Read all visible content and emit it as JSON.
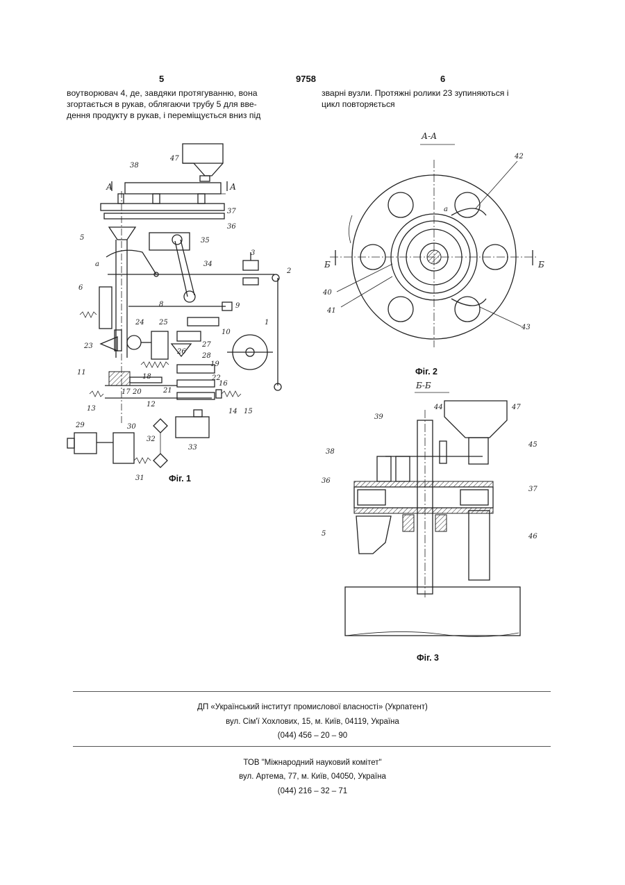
{
  "header": {
    "left_page": "5",
    "patent_number": "9758",
    "right_page": "6"
  },
  "left_column": {
    "lines": [
      "воутворювач 4, де, завдяки протягуванню, вона",
      "згортається в рукав, облягаючи трубу 5 для вве-",
      "дення продукту в рукав, і переміщується вниз під"
    ]
  },
  "right_column": {
    "lines": [
      "зварні вузли. Протяжні ролики 23 зупиняються і",
      "цикл повторяється"
    ]
  },
  "figures": {
    "fig1": {
      "caption": "Фіг. 1",
      "section_markers": [
        "А",
        "А"
      ],
      "labels": [
        "47",
        "38",
        "37",
        "36",
        "35",
        "5",
        "а",
        "34",
        "3",
        "2",
        "6",
        "8",
        "9",
        "24",
        "25",
        "10",
        "1",
        "23",
        "26",
        "27",
        "28",
        "19",
        "11",
        "18",
        "21",
        "22",
        "16",
        "13",
        "17",
        "20",
        "12",
        "14",
        "15",
        "29",
        "30",
        "31",
        "32",
        "33"
      ]
    },
    "fig2": {
      "caption": "Фіг. 2",
      "section_title": "А-А",
      "section_markers": [
        "Б",
        "Б"
      ],
      "labels": [
        "42",
        "а",
        "40",
        "41",
        "43"
      ]
    },
    "fig3": {
      "caption": "Фіг. 3",
      "section_title": "Б-Б",
      "labels": [
        "39",
        "44",
        "47",
        "45",
        "38",
        "36",
        "37",
        "5",
        "46"
      ]
    }
  },
  "footer": {
    "block1": [
      "ДП «Український інститут промислової власності» (Укрпатент)",
      "вул. Сім'ї Хохлових, 15, м. Київ, 04119, Україна",
      "(044) 456 – 20 – 90"
    ],
    "block2": [
      "ТОВ \"Міжнародний науковий комітет\"",
      "вул. Артема, 77, м. Київ, 04050, Україна",
      "(044) 216 – 32 – 71"
    ]
  }
}
